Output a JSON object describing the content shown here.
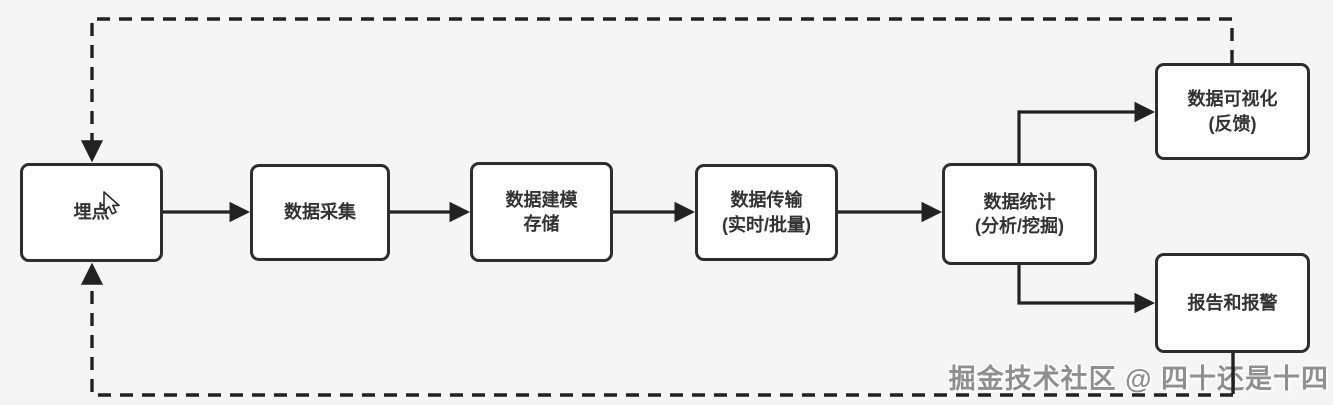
{
  "diagram": {
    "nodes": [
      {
        "id": "tracking-point",
        "line1": "埋点",
        "line2": ""
      },
      {
        "id": "data-collection",
        "line1": "数据采集",
        "line2": ""
      },
      {
        "id": "data-modeling-storage",
        "line1": "数据建模",
        "line2": "存储"
      },
      {
        "id": "data-transmission",
        "line1": "数据传输",
        "line2": "(实时/批量)"
      },
      {
        "id": "data-statistics",
        "line1": "数据统计",
        "line2": "(分析/挖掘)"
      },
      {
        "id": "data-visualization",
        "line1": "数据可视化",
        "line2": "(反馈)"
      },
      {
        "id": "report-and-alert",
        "line1": "报告和报警",
        "line2": ""
      }
    ],
    "edges": [
      "tracking-point -> data-collection",
      "data-collection -> data-modeling-storage",
      "data-modeling-storage -> data-transmission",
      "data-transmission -> data-statistics",
      "data-statistics -> data-visualization",
      "data-statistics -> report-and-alert",
      "data-visualization -(dashed feedback)-> tracking-point",
      "report-and-alert -(dashed feedback)-> tracking-point"
    ],
    "watermark": "掘金技术社区 @ 四十还是十四",
    "icons": {
      "cursor": "mouse-pointer"
    },
    "colors": {
      "background": "#f5f5f5",
      "box_fill": "#fdfdfd",
      "box_border": "#2d2d2d",
      "text": "#333333",
      "line": "#222222",
      "watermark": "#8f8f8f"
    }
  }
}
